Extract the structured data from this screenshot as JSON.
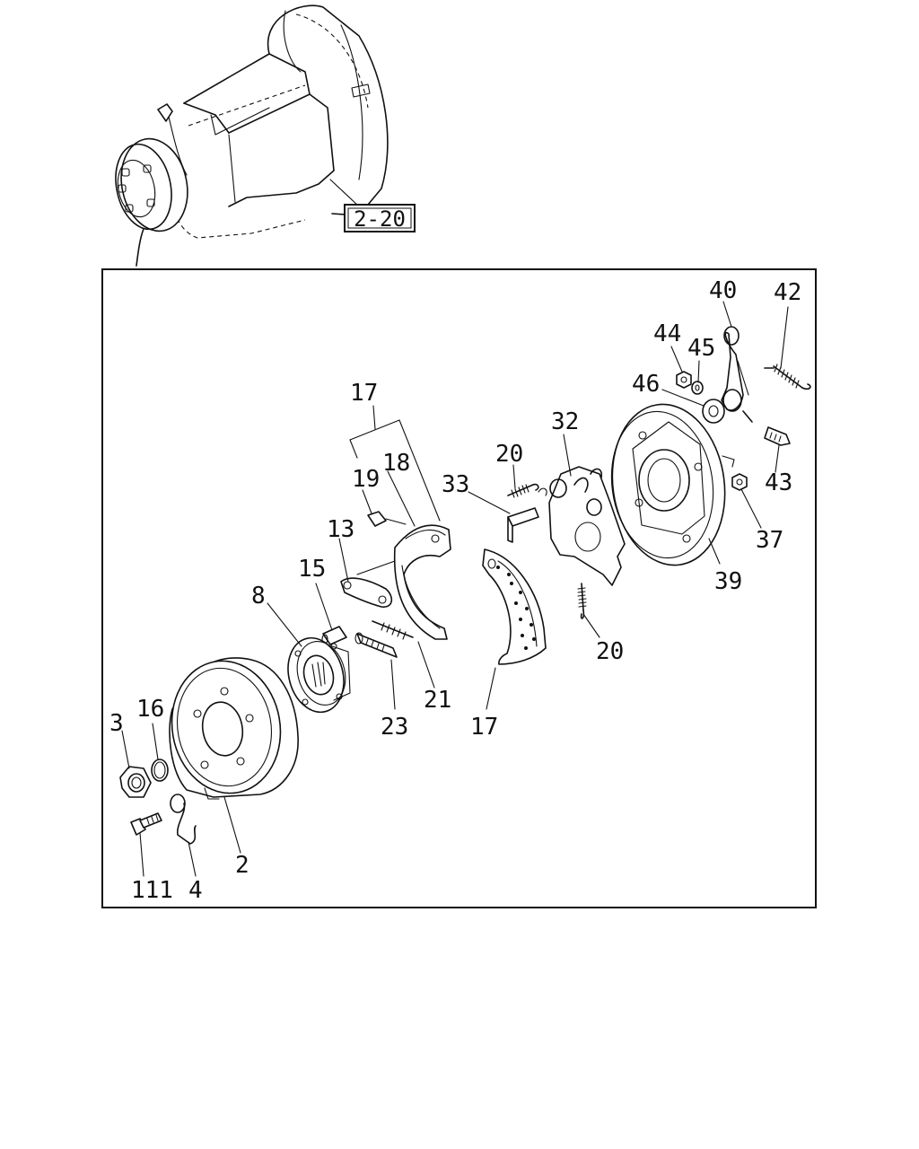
{
  "reference_label": "2-20",
  "parts": [
    {
      "id": "40",
      "icon": "lever-arm-icon"
    },
    {
      "id": "42",
      "icon": "spring-icon"
    },
    {
      "id": "44",
      "icon": "nut-icon"
    },
    {
      "id": "45",
      "icon": "washer-icon"
    },
    {
      "id": "46",
      "icon": "washer-icon"
    },
    {
      "id": "17",
      "icon": "brake-shoe-icon"
    },
    {
      "id": "32",
      "icon": "plate-icon"
    },
    {
      "id": "20",
      "icon": "spring-icon"
    },
    {
      "id": "18",
      "icon": "shoe-icon"
    },
    {
      "id": "33",
      "icon": "pin-icon"
    },
    {
      "id": "19",
      "icon": "plug-icon"
    },
    {
      "id": "43",
      "icon": "bolt-icon"
    },
    {
      "id": "37",
      "icon": "nut-icon"
    },
    {
      "id": "39",
      "icon": "backing-plate-icon"
    },
    {
      "id": "13",
      "icon": "link-icon"
    },
    {
      "id": "15",
      "icon": "adjuster-icon"
    },
    {
      "id": "8",
      "icon": "hub-icon"
    },
    {
      "id": "20",
      "icon": "spring-icon"
    },
    {
      "id": "21",
      "icon": "spring-icon"
    },
    {
      "id": "23",
      "icon": "adjuster-screw-icon"
    },
    {
      "id": "17",
      "icon": "brake-shoe-icon"
    },
    {
      "id": "3",
      "icon": "nut-icon"
    },
    {
      "id": "16",
      "icon": "o-ring-icon"
    },
    {
      "id": "2",
      "icon": "brake-drum-icon"
    },
    {
      "id": "111",
      "icon": "bolt-icon"
    },
    {
      "id": "4",
      "icon": "clip-icon"
    }
  ]
}
